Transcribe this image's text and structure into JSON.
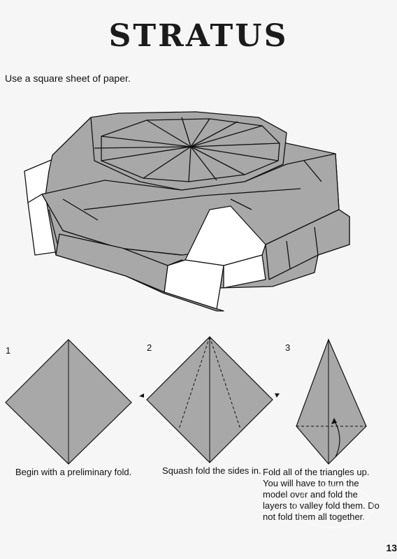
{
  "title": "STRATUS",
  "intro": "Use a square sheet of paper.",
  "steps": [
    {
      "number": "1",
      "caption": "Begin with a preliminary fold."
    },
    {
      "number": "2",
      "caption": "Squash fold the sides in."
    },
    {
      "number": "3",
      "caption_lines": [
        "Fold all of the triangles up.",
        "You will have to turn the",
        "model over and fold the",
        "layers to valley fold them. Do",
        "not fold them all together."
      ]
    }
  ],
  "page_number": "13",
  "colors": {
    "paper_gray": "#a8a8a8",
    "paper_white": "#ffffff",
    "line": "#111111"
  }
}
